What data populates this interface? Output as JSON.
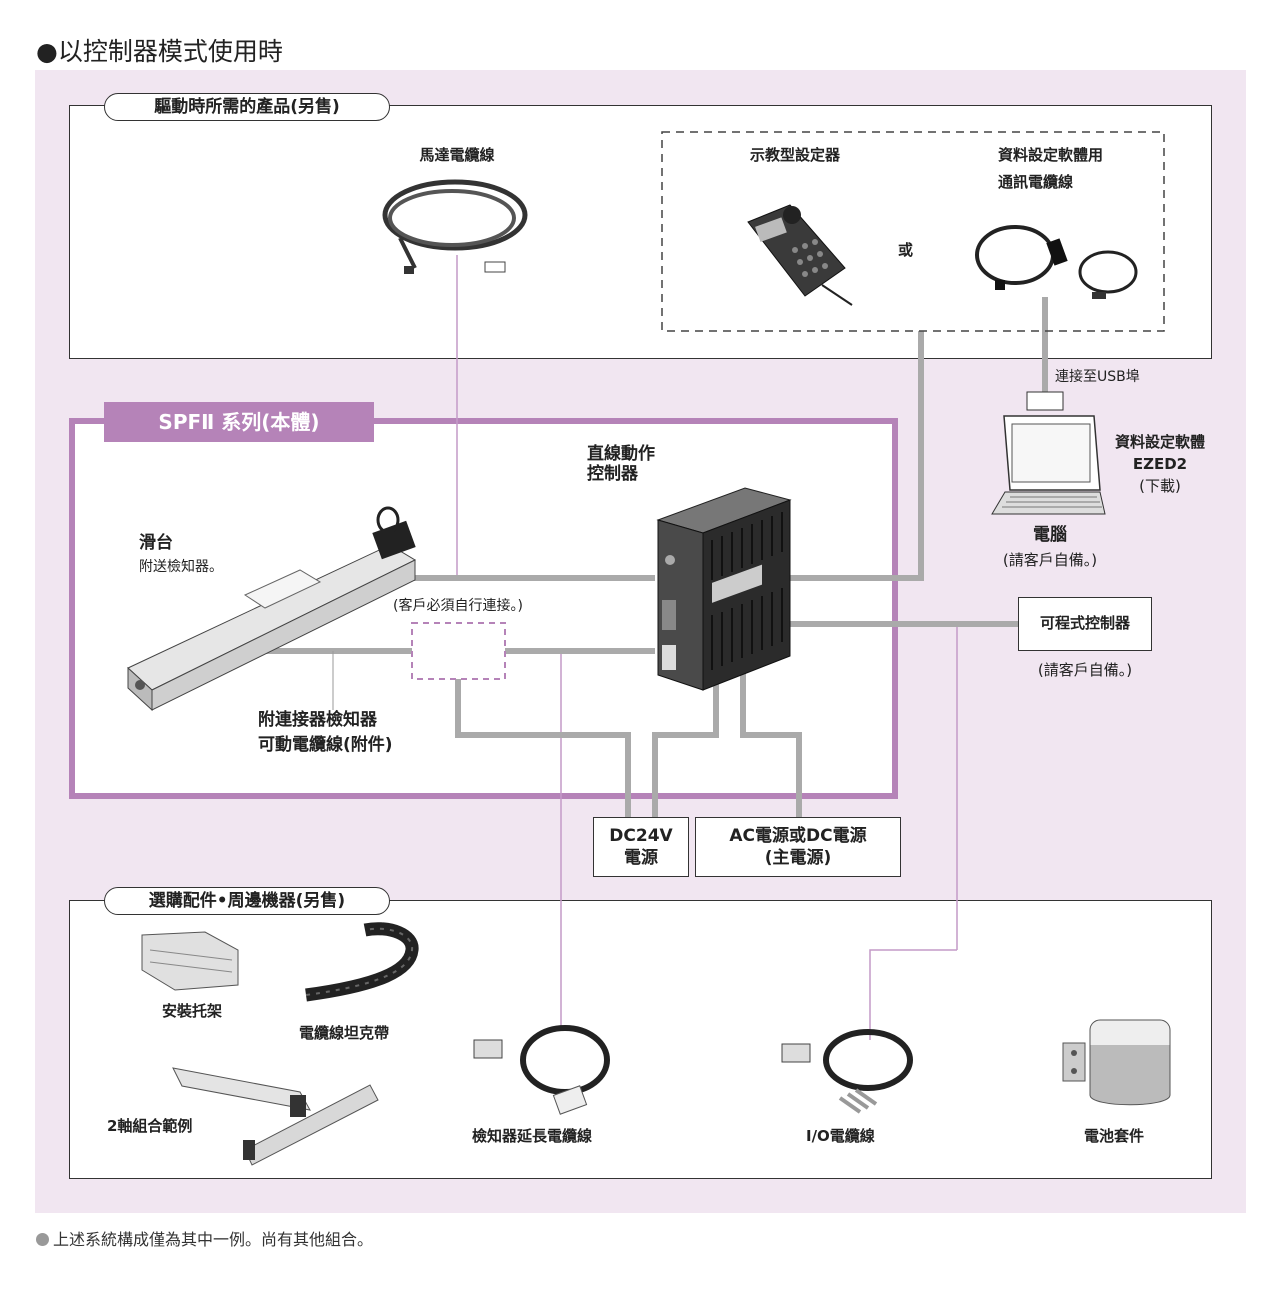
{
  "title": "●以控制器模式使用時",
  "sections": {
    "drive_products": "驅動時所需的產品(另售)",
    "series": "SPFⅡ 系列(本體)",
    "options": "選購配件•周邊機器(另售)"
  },
  "products": {
    "motor_cable": "馬達電纜線",
    "teaching_pendant": "示教型設定器",
    "or": "或",
    "software_cable_line1": "資料設定軟體用",
    "software_cable_line2": "通訊電纜線",
    "usb_note": "連接至USB埠",
    "software_line1": "資料設定軟體",
    "software_line2": "EZED2",
    "software_line3": "(下載)",
    "pc": "電腦",
    "pc_note": "(請客戶自備。)",
    "controller_line1": "直線動作",
    "controller_line2": "控制器",
    "slide_line1": "滑台",
    "slide_line2": "附送檢知器。",
    "customer_connect": "(客戶必須自行連接。)",
    "sensor_cable_line1": "附連接器檢知器",
    "sensor_cable_line2": "可動電纜線(附件)",
    "plc": "可程式控制器",
    "plc_note": "(請客戶自備。)",
    "dc24v_line1": "DC24V",
    "dc24v_line2": "電源",
    "main_power_line1": "AC電源或DC電源",
    "main_power_line2": "(主電源)"
  },
  "options": {
    "bracket": "安裝托架",
    "cable_carrier": "電纜線坦克帶",
    "two_axis": "2軸組合範例",
    "sensor_ext_cable": "檢知器延長電纜線",
    "io_cable": "I/O電纜線",
    "battery_kit": "電池套件"
  },
  "footer": "上述系統構成僅為其中一例。尚有其他組合。",
  "colors": {
    "pink_bg": "#f1e6f1",
    "purple": "#b583b8",
    "line_gray": "#aaaaaa",
    "thin_purple": "#c49ac7"
  }
}
